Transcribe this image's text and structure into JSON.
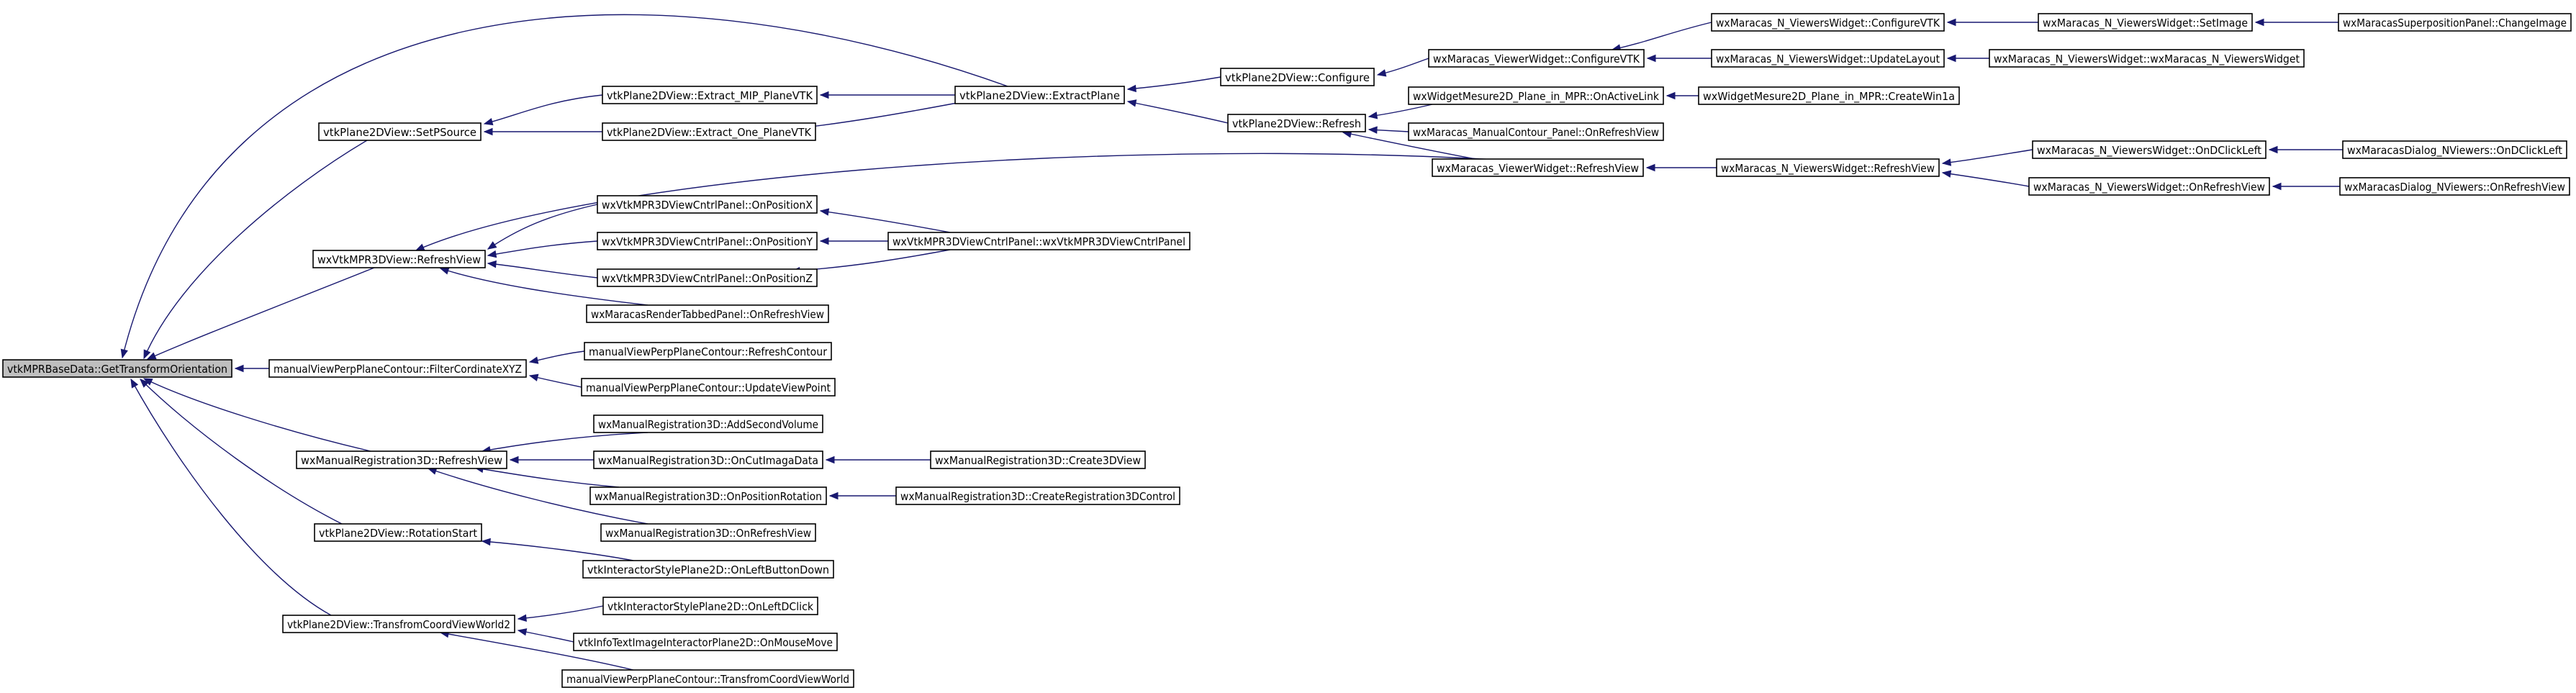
{
  "colors": {
    "edge": "#191970",
    "node_border": "#000000",
    "root_fill": "#bfbfbf",
    "node_fill": "#ffffff"
  },
  "nodes": [
    {
      "id": "n0",
      "label": "vtkMPRBaseData::GetTransformOrientation",
      "root": true
    },
    {
      "id": "n1",
      "label": "vtkPlane2DView::SetPSource"
    },
    {
      "id": "n2",
      "label": "wxVtkMPR3DView::RefreshView"
    },
    {
      "id": "n3",
      "label": "manualViewPerpPlaneContour::FilterCordinateXYZ"
    },
    {
      "id": "n4",
      "label": "wxManualRegistration3D::RefreshView"
    },
    {
      "id": "n5",
      "label": "vtkPlane2DView::RotationStart"
    },
    {
      "id": "n6",
      "label": "vtkPlane2DView::TransfromCoordViewWorld2"
    },
    {
      "id": "n7",
      "label": "vtkPlane2DView::Extract_MIP_PlaneVTK"
    },
    {
      "id": "n8",
      "label": "vtkPlane2DView::Extract_One_PlaneVTK"
    },
    {
      "id": "n9",
      "label": "vtkPlane2DView::ExtractPlane"
    },
    {
      "id": "n10",
      "label": "vtkPlane2DView::Configure"
    },
    {
      "id": "n11",
      "label": "vtkPlane2DView::Refresh"
    },
    {
      "id": "n12",
      "label": "wxMaracas_ViewerWidget::ConfigureVTK"
    },
    {
      "id": "n13",
      "label": "wxMaracas_N_ViewersWidget::ConfigureVTK"
    },
    {
      "id": "n14",
      "label": "wxMaracas_N_ViewersWidget::SetImage"
    },
    {
      "id": "n15",
      "label": "wxMaracasSuperpositionPanel::ChangeImage"
    },
    {
      "id": "n16",
      "label": "wxMaracas_N_ViewersWidget::UpdateLayout"
    },
    {
      "id": "n17",
      "label": "wxMaracas_N_ViewersWidget::wxMaracas_N_ViewersWidget"
    },
    {
      "id": "n18",
      "label": "wxWidgetMesure2D_Plane_in_MPR::OnActiveLink"
    },
    {
      "id": "n19",
      "label": "wxWidgetMesure2D_Plane_in_MPR::CreateWin1a"
    },
    {
      "id": "n20",
      "label": "wxMaracas_ManualContour_Panel::OnRefreshView"
    },
    {
      "id": "n21",
      "label": "wxMaracas_ViewerWidget::RefreshView"
    },
    {
      "id": "n22",
      "label": "wxMaracas_N_ViewersWidget::RefreshView"
    },
    {
      "id": "n23",
      "label": "wxMaracas_N_ViewersWidget::OnDClickLeft"
    },
    {
      "id": "n24",
      "label": "wxMaracasDialog_NViewers::OnDClickLeft"
    },
    {
      "id": "n25",
      "label": "wxMaracas_N_ViewersWidget::OnRefreshView"
    },
    {
      "id": "n26",
      "label": "wxMaracasDialog_NViewers::OnRefreshView"
    },
    {
      "id": "n27",
      "label": "wxVtkMPR3DViewCntrlPanel::OnPositionX"
    },
    {
      "id": "n28",
      "label": "wxVtkMPR3DViewCntrlPanel::OnPositionY"
    },
    {
      "id": "n29",
      "label": "wxVtkMPR3DViewCntrlPanel::OnPositionZ"
    },
    {
      "id": "n30",
      "label": "wxVtkMPR3DViewCntrlPanel::wxVtkMPR3DViewCntrlPanel"
    },
    {
      "id": "n31",
      "label": "wxMaracasRenderTabbedPanel::OnRefreshView"
    },
    {
      "id": "n32",
      "label": "manualViewPerpPlaneContour::RefreshContour"
    },
    {
      "id": "n33",
      "label": "manualViewPerpPlaneContour::UpdateViewPoint"
    },
    {
      "id": "n34",
      "label": "wxManualRegistration3D::AddSecondVolume"
    },
    {
      "id": "n35",
      "label": "wxManualRegistration3D::OnCutImagaData"
    },
    {
      "id": "n36",
      "label": "wxManualRegistration3D::Create3DView"
    },
    {
      "id": "n37",
      "label": "wxManualRegistration3D::OnPositionRotation"
    },
    {
      "id": "n38",
      "label": "wxManualRegistration3D::CreateRegistration3DControl"
    },
    {
      "id": "n39",
      "label": "wxManualRegistration3D::OnRefreshView"
    },
    {
      "id": "n40",
      "label": "vtkInteractorStylePlane2D::OnLeftButtonDown"
    },
    {
      "id": "n41",
      "label": "vtkInteractorStylePlane2D::OnLeftDClick"
    },
    {
      "id": "n42",
      "label": "vtkInfoTextImageInteractorPlane2D::OnMouseMove"
    },
    {
      "id": "n43",
      "label": "manualViewPerpPlaneContour::TransfromCoordViewWorld"
    }
  ],
  "edges": [
    [
      "n1",
      "n0"
    ],
    [
      "n2",
      "n0"
    ],
    [
      "n3",
      "n0"
    ],
    [
      "n4",
      "n0"
    ],
    [
      "n5",
      "n0"
    ],
    [
      "n6",
      "n0"
    ],
    [
      "n9",
      "n0"
    ],
    [
      "n7",
      "n1"
    ],
    [
      "n8",
      "n1"
    ],
    [
      "n9",
      "n7"
    ],
    [
      "n9",
      "n8"
    ],
    [
      "n10",
      "n9"
    ],
    [
      "n11",
      "n9"
    ],
    [
      "n12",
      "n10"
    ],
    [
      "n13",
      "n12"
    ],
    [
      "n16",
      "n12"
    ],
    [
      "n14",
      "n13"
    ],
    [
      "n15",
      "n14"
    ],
    [
      "n17",
      "n16"
    ],
    [
      "n18",
      "n11"
    ],
    [
      "n20",
      "n11"
    ],
    [
      "n21",
      "n11"
    ],
    [
      "n19",
      "n18"
    ],
    [
      "n22",
      "n21"
    ],
    [
      "n23",
      "n22"
    ],
    [
      "n25",
      "n22"
    ],
    [
      "n24",
      "n23"
    ],
    [
      "n26",
      "n25"
    ],
    [
      "n21",
      "n2"
    ],
    [
      "n27",
      "n2"
    ],
    [
      "n28",
      "n2"
    ],
    [
      "n29",
      "n2"
    ],
    [
      "n31",
      "n2"
    ],
    [
      "n30",
      "n27"
    ],
    [
      "n30",
      "n28"
    ],
    [
      "n30",
      "n29"
    ],
    [
      "n32",
      "n3"
    ],
    [
      "n33",
      "n3"
    ],
    [
      "n34",
      "n4"
    ],
    [
      "n35",
      "n4"
    ],
    [
      "n37",
      "n4"
    ],
    [
      "n39",
      "n4"
    ],
    [
      "n36",
      "n35"
    ],
    [
      "n38",
      "n37"
    ],
    [
      "n40",
      "n5"
    ],
    [
      "n41",
      "n6"
    ],
    [
      "n42",
      "n6"
    ],
    [
      "n43",
      "n6"
    ]
  ]
}
